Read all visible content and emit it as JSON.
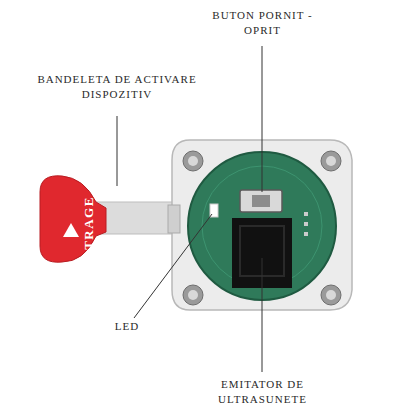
{
  "diagram": {
    "nodes": [
      {
        "text": [
          "TRAGE"
        ]
      }
    ],
    "labels": [
      "BUTON PORNIT - OPRIT",
      "BANDELETA DE ACTIVARE DISPOZITIV",
      "LED",
      "EMITATOR DE ULTRASUNETE"
    ]
  }
}
